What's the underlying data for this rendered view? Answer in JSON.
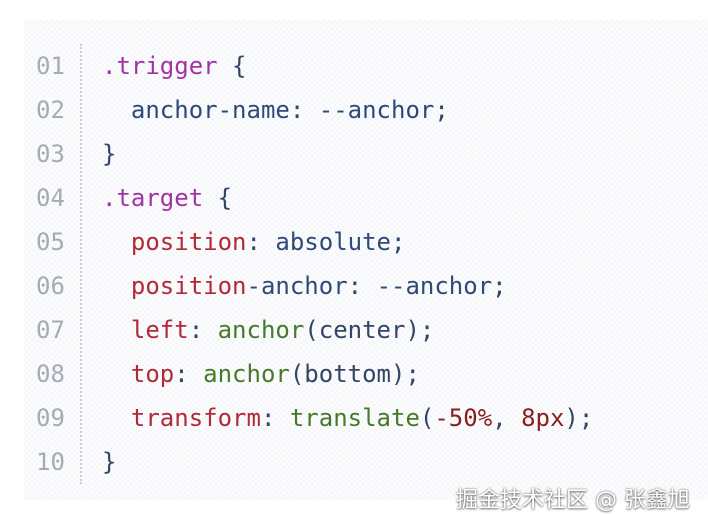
{
  "code_block": {
    "line_numbers": [
      "01",
      "02",
      "03",
      "04",
      "05",
      "06",
      "07",
      "08",
      "09",
      "10"
    ],
    "lines": [
      {
        "tokens": [
          {
            "t": ".trigger",
            "c": "sel"
          },
          {
            "t": " {",
            "c": "punc"
          }
        ]
      },
      {
        "tokens": [
          {
            "t": "  anchor-name",
            "c": "propb"
          },
          {
            "t": ": ",
            "c": "punc"
          },
          {
            "t": "--anchor",
            "c": "val"
          },
          {
            "t": ";",
            "c": "punc"
          }
        ]
      },
      {
        "tokens": [
          {
            "t": "}",
            "c": "punc"
          }
        ]
      },
      {
        "tokens": [
          {
            "t": ".target",
            "c": "sel"
          },
          {
            "t": " {",
            "c": "punc"
          }
        ]
      },
      {
        "tokens": [
          {
            "t": "  position",
            "c": "prop"
          },
          {
            "t": ": ",
            "c": "punc"
          },
          {
            "t": "absolute",
            "c": "val"
          },
          {
            "t": ";",
            "c": "punc"
          }
        ]
      },
      {
        "tokens": [
          {
            "t": "  position",
            "c": "prop"
          },
          {
            "t": "-anchor",
            "c": "propb"
          },
          {
            "t": ": ",
            "c": "punc"
          },
          {
            "t": "--anchor",
            "c": "val"
          },
          {
            "t": ";",
            "c": "punc"
          }
        ]
      },
      {
        "tokens": [
          {
            "t": "  left",
            "c": "prop"
          },
          {
            "t": ": ",
            "c": "punc"
          },
          {
            "t": "anchor",
            "c": "fn"
          },
          {
            "t": "(center);",
            "c": "punc"
          }
        ]
      },
      {
        "tokens": [
          {
            "t": "  top",
            "c": "prop"
          },
          {
            "t": ": ",
            "c": "punc"
          },
          {
            "t": "anchor",
            "c": "fn"
          },
          {
            "t": "(bottom);",
            "c": "punc"
          }
        ]
      },
      {
        "tokens": [
          {
            "t": "  transform",
            "c": "prop"
          },
          {
            "t": ": ",
            "c": "punc"
          },
          {
            "t": "translate",
            "c": "fn"
          },
          {
            "t": "(",
            "c": "punc"
          },
          {
            "t": "-50%",
            "c": "num"
          },
          {
            "t": ", ",
            "c": "punc"
          },
          {
            "t": "8px",
            "c": "num"
          },
          {
            "t": ");",
            "c": "punc"
          }
        ]
      },
      {
        "tokens": [
          {
            "t": "}",
            "c": "punc"
          }
        ]
      }
    ]
  },
  "watermark": "掘金技术社区 @ 张鑫旭",
  "colors": {
    "background": "#f3f5f8",
    "line_number": "#a4abb6",
    "selector": "#a233a3",
    "property": "#b02a37",
    "value": "#2d4a78",
    "function": "#467a2a",
    "number": "#8b1c1c"
  }
}
